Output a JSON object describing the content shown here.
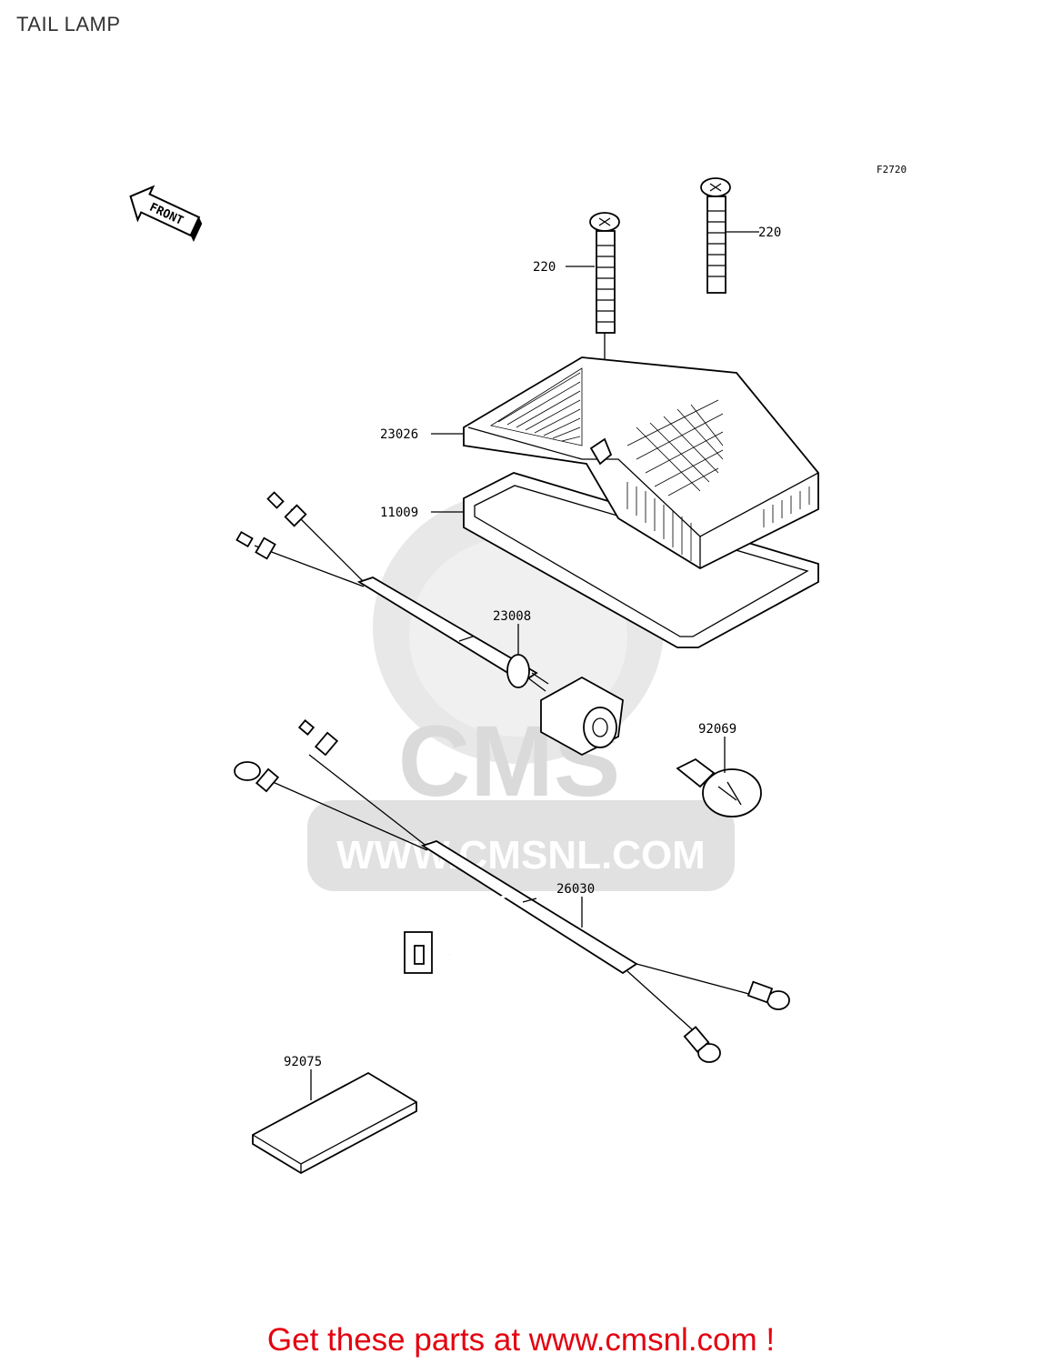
{
  "page_title": "TAIL LAMP",
  "figure_code": "F2720",
  "front_arrow_label": "FRONT",
  "parts": [
    {
      "number": "220"
    },
    {
      "number": "220"
    },
    {
      "number": "23026"
    },
    {
      "number": "11009"
    },
    {
      "number": "23008"
    },
    {
      "number": "92069"
    },
    {
      "number": "26030"
    },
    {
      "number": "92075"
    }
  ],
  "watermark": {
    "brand": "CMS",
    "url": "WWW.CMSNL.COM",
    "color": "#dddddd"
  },
  "footer_text": "Get these parts at www.cmsnl.com !",
  "colors": {
    "footer": "#e3000f",
    "lines": "#000000"
  }
}
